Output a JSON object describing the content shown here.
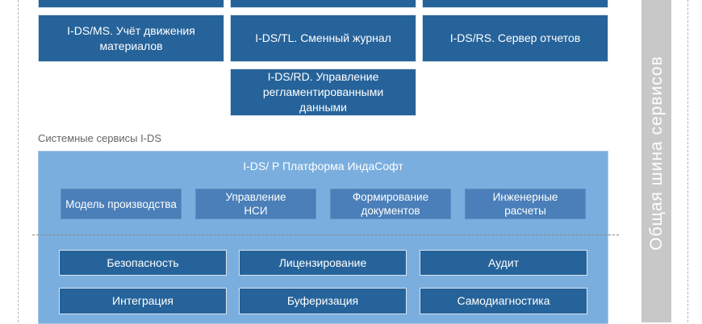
{
  "modules_row1": [
    "",
    "",
    ""
  ],
  "modules_row2": [
    "I-DS/MS. Учёт движения материалов",
    "I-DS/TL. Сменный журнал",
    "I-DS/RS. Сервер отчетов"
  ],
  "module_rd": "I-DS/RD. Управление регламентированными данными",
  "system_label": "Системные сервисы I-DS",
  "platform": {
    "title": "I-DS/ P Платформа ИндаСофт",
    "components": [
      "Модель производства",
      "Управление НСИ",
      "Формирование документов",
      "Инженерные расчеты"
    ],
    "services_row1": [
      "Безопасность",
      "Лицензирование",
      "Аудит"
    ],
    "services_row2": [
      "Интеграция",
      "Буферизация",
      "Самодиагностика"
    ]
  },
  "bus_label": "Общая шина сервисов",
  "colors": {
    "dark": "#26639a",
    "platform": "#7aaede",
    "component": "#4a7fb9",
    "bus": "#c8c8c8"
  }
}
